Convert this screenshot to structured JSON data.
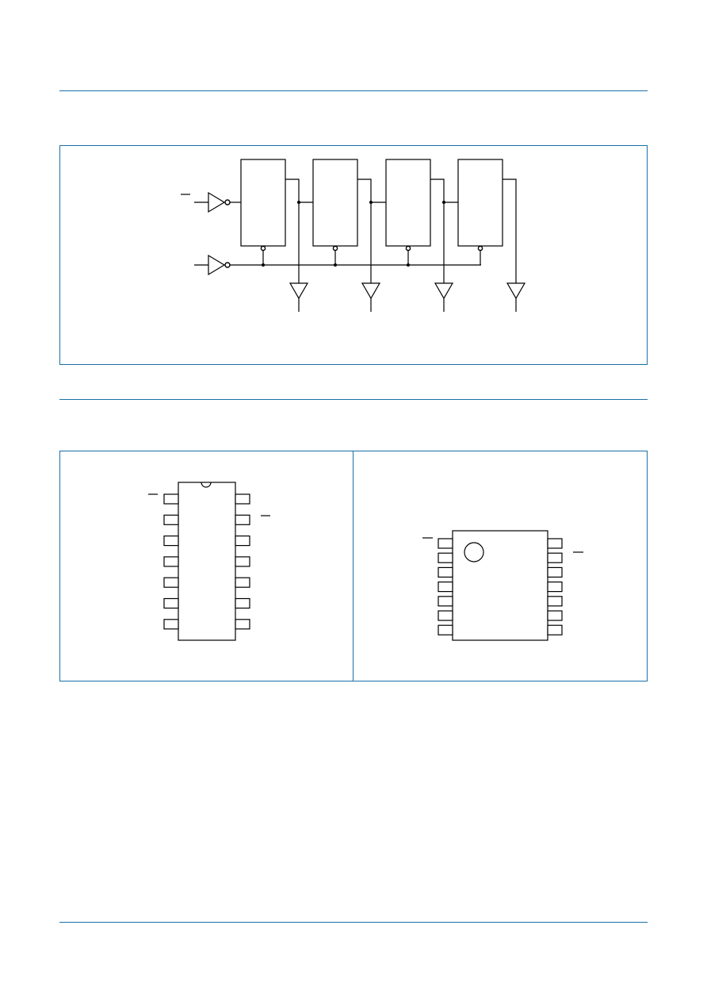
{
  "colors": {
    "accent": "#1a6fa8",
    "line": "#000000"
  },
  "figures": {
    "logic_diagram": {
      "kind": "functional-diagram",
      "flip_flops": 4,
      "outputs": 4
    },
    "pin_dip": {
      "kind": "pin-configuration",
      "pins_per_side": 7
    },
    "pin_qfn": {
      "kind": "pin-configuration",
      "pins_per_side": 7
    }
  }
}
